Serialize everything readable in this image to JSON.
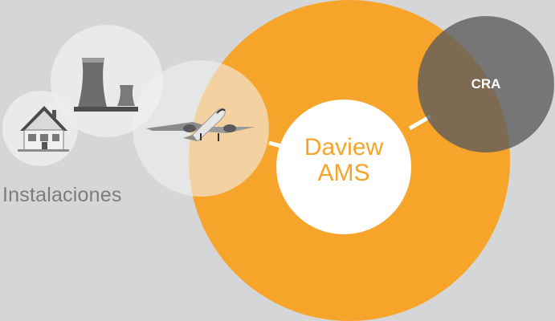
{
  "center": {
    "line1": "Daview",
    "line2": "AMS"
  },
  "satellite": {
    "label": "CRA"
  },
  "installations": {
    "label": "Instalaciones"
  },
  "icons": [
    "house-icon",
    "cooling-towers-icon",
    "airplane-icon"
  ],
  "colors": {
    "background": "#d4d6d7",
    "orange": "#f7a42b",
    "dark_circle": "#5b5b5c",
    "light_circle": "#eceded",
    "label_gray": "#7a7c7f"
  }
}
